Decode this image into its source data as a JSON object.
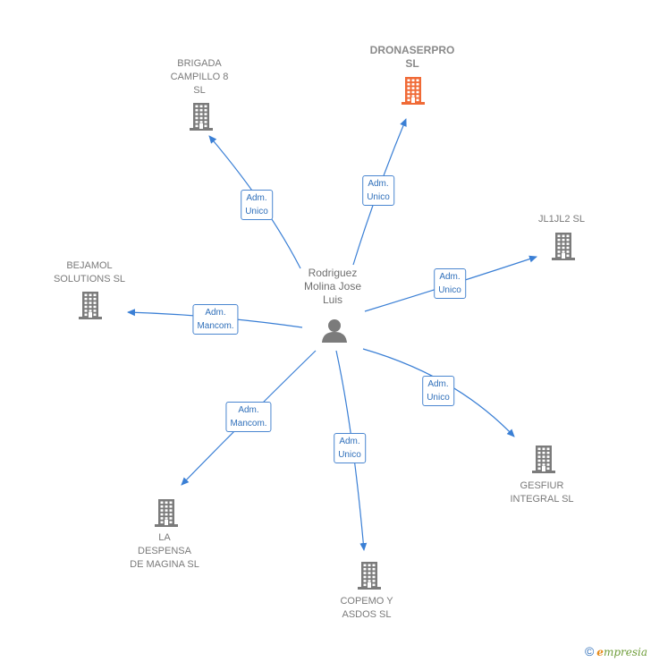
{
  "center": {
    "label": "Rodriguez\nMolina Jose\nLuis",
    "icon": "person-icon"
  },
  "colors": {
    "edge": "#3a7fd5",
    "company": "#7b7b7b",
    "highlight": "#f06a36"
  },
  "companies": [
    {
      "id": "brigada",
      "label": "BRIGADA\nCAMPILLO 8\nSL",
      "icon": "building-icon",
      "highlight": false
    },
    {
      "id": "dronaserpro",
      "label": "DRONASERPRO\nSL",
      "icon": "building-icon",
      "highlight": true
    },
    {
      "id": "jl1jl2",
      "label": "JL1JL2  SL",
      "icon": "building-icon",
      "highlight": false
    },
    {
      "id": "bejamol",
      "label": "BEJAMOL\nSOLUTIONS  SL",
      "icon": "building-icon",
      "highlight": false
    },
    {
      "id": "gesfiur",
      "label": "GESFIUR\nINTEGRAL SL",
      "icon": "building-icon",
      "highlight": false
    },
    {
      "id": "despensa",
      "label": "LA\nDESPENSA\nDE MAGINA  SL",
      "icon": "building-icon",
      "highlight": false
    },
    {
      "id": "copemo",
      "label": "COPEMO Y\nASDOS  SL",
      "icon": "building-icon",
      "highlight": false
    }
  ],
  "edges": [
    {
      "to": "brigada",
      "label": "Adm.\nUnico"
    },
    {
      "to": "dronaserpro",
      "label": "Adm.\nUnico"
    },
    {
      "to": "jl1jl2",
      "label": "Adm.\nUnico"
    },
    {
      "to": "bejamol",
      "label": "Adm.\nMancom."
    },
    {
      "to": "gesfiur",
      "label": "Adm.\nUnico"
    },
    {
      "to": "despensa",
      "label": "Adm.\nMancom."
    },
    {
      "to": "copemo",
      "label": "Adm.\nUnico"
    }
  ],
  "footer": {
    "copyright": "©",
    "brand_initial": "e",
    "brand_rest": "mpresia"
  }
}
